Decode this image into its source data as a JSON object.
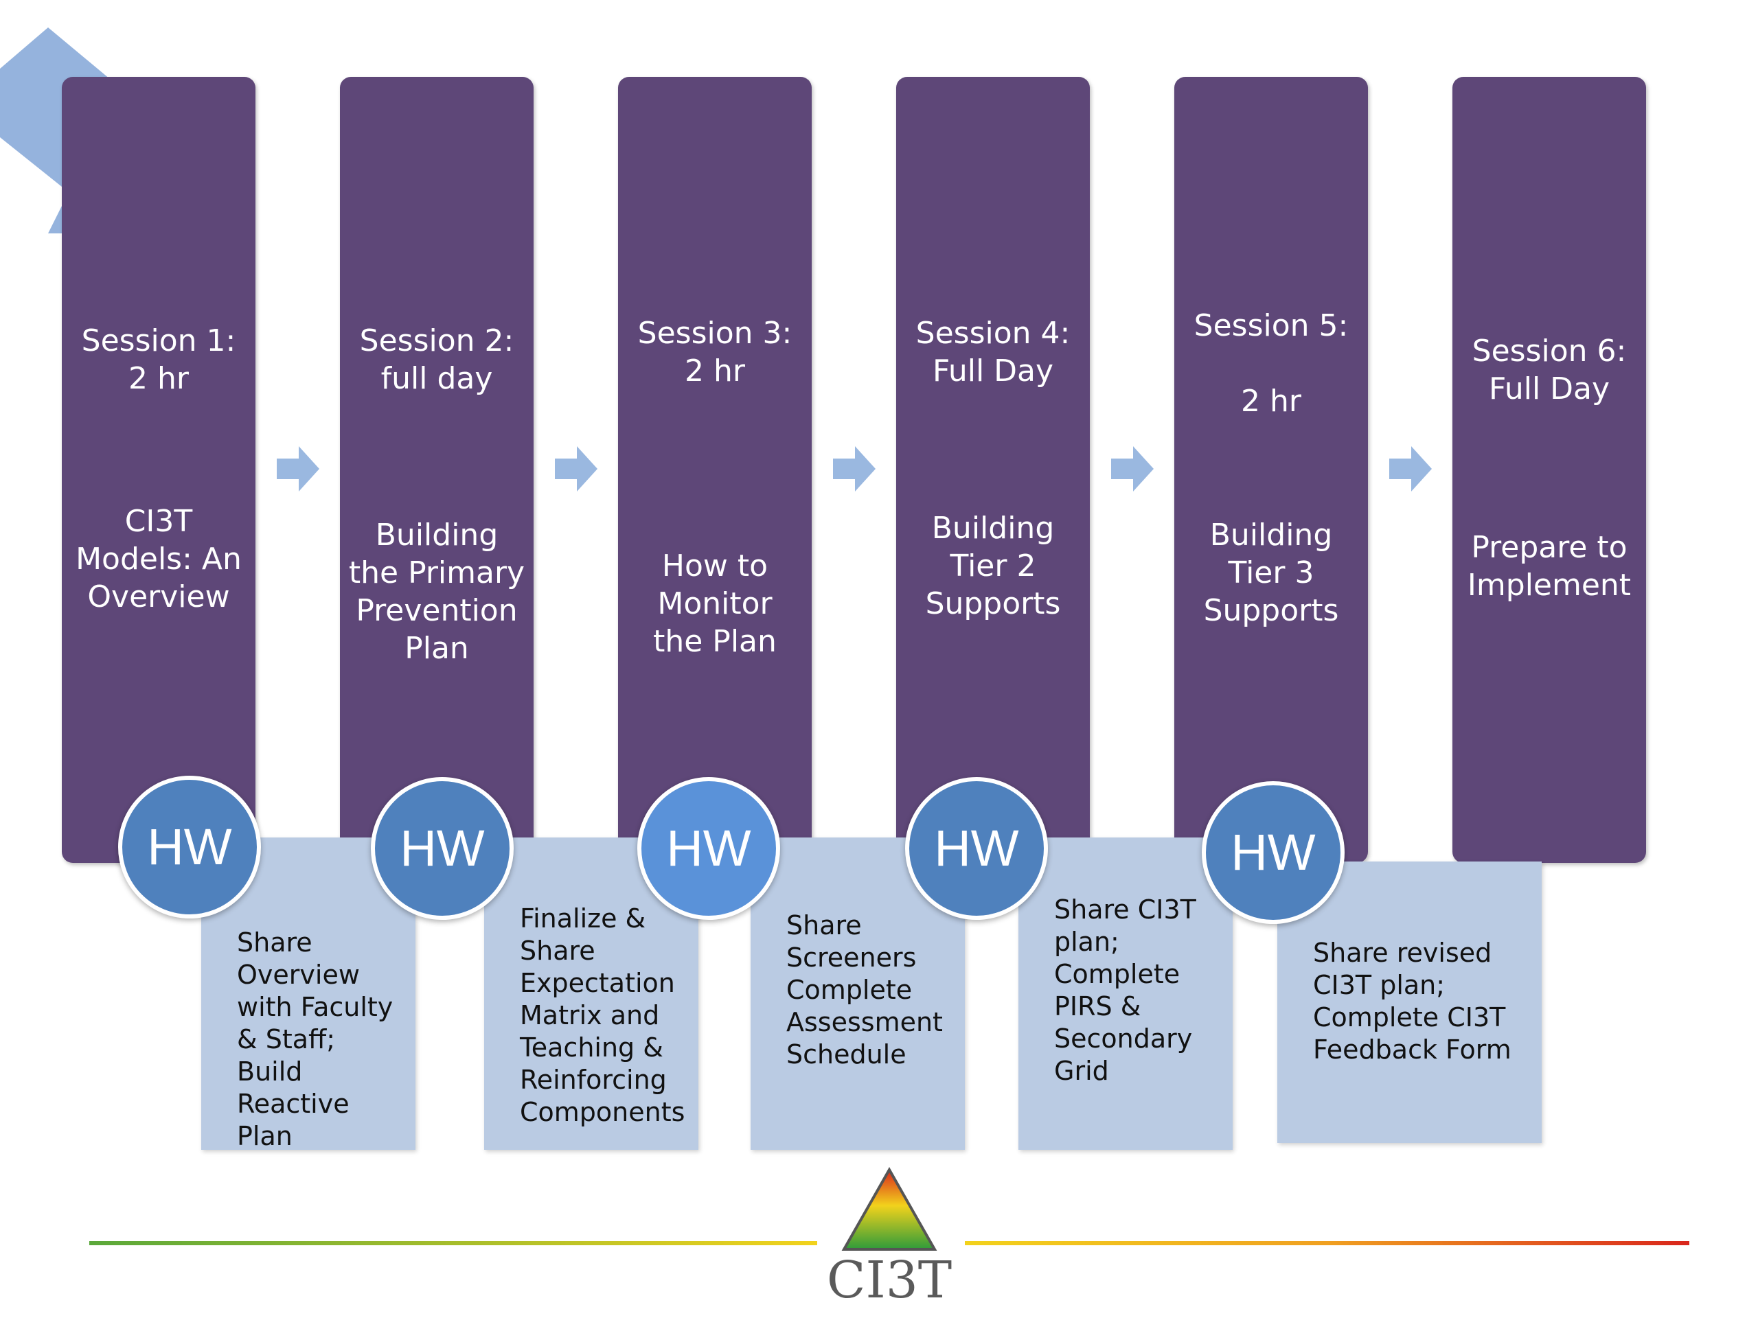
{
  "sessions": [
    {
      "header": "Session 1:\n2 hr",
      "title": "CI3T\nModels: An\nOverview"
    },
    {
      "header": "Session 2:\nfull day",
      "title": "Building\nthe Primary\nPrevention\nPlan"
    },
    {
      "header": "Session 3:\n2 hr",
      "title": "How to\nMonitor\nthe Plan"
    },
    {
      "header": "Session 4:\nFull Day",
      "title": "Building\nTier 2\nSupports"
    },
    {
      "header": "Session 5:\n\n2 hr",
      "title": "Building\nTier 3\nSupports"
    },
    {
      "header": "Session 6:\nFull Day",
      "title": "Prepare to\nImplement"
    }
  ],
  "homework": [
    {
      "badge": "HW",
      "text": "Share\nOverview\nwith Faculty\n& Staff; Build\nReactive Plan"
    },
    {
      "badge": "HW",
      "text": "Finalize &\nShare\nExpectation\nMatrix and\nTeaching &\nReinforcing\nComponents"
    },
    {
      "badge": "HW",
      "text": "Share\nScreeners\nComplete\nAssessment\nSchedule"
    },
    {
      "badge": "HW",
      "text": "Share CI3T\nplan;\nComplete\nPIRS &\nSecondary\nGrid"
    },
    {
      "badge": "HW",
      "text": "Share revised\nCI3T plan;\nComplete CI3T\nFeedback Form"
    }
  ],
  "logo": {
    "text": "CI3T"
  },
  "colors": {
    "session": "#5e4778",
    "note": "#bacbe3",
    "badge": "#4f81bd",
    "arrow": "#9ab8e0",
    "rule_start": "#5aa83a",
    "rule_mid": "#f2d21c",
    "rule_end": "#d9261c"
  }
}
